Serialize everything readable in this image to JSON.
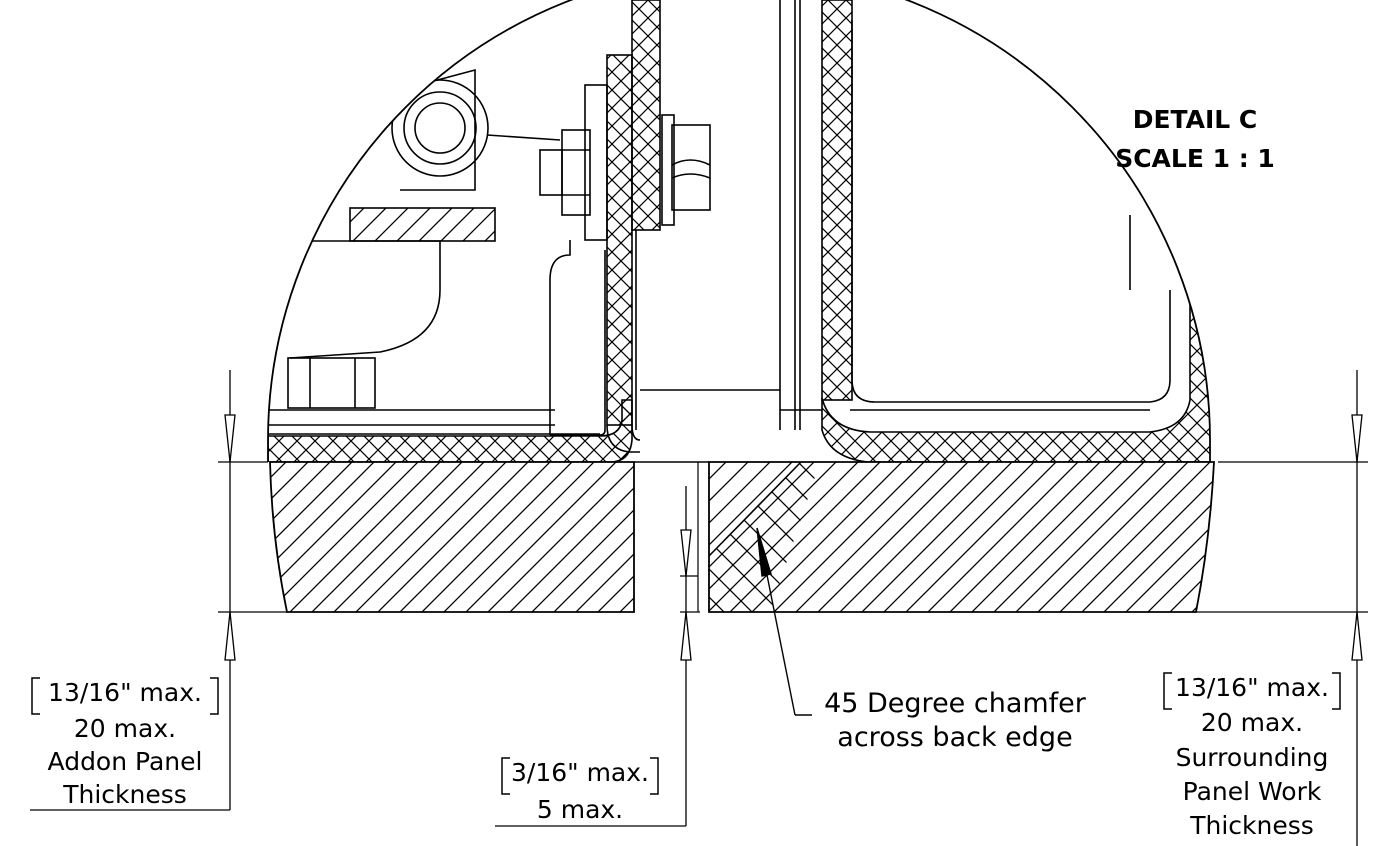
{
  "detail": {
    "title": "DETAIL C",
    "scale": "SCALE 1 : 1"
  },
  "dims": {
    "addon": {
      "imperial": "13/16\" max.",
      "metric": "20 max.",
      "caption_1": "Addon Panel",
      "caption_2": "Thickness"
    },
    "gap": {
      "imperial": "3/16\" max.",
      "metric": "5 max."
    },
    "surround": {
      "imperial": "13/16\" max.",
      "metric": "20 max.",
      "caption_1": "Surrounding",
      "caption_2": "Panel Work",
      "caption_3": "Thickness"
    }
  },
  "note": {
    "line_1": "45 Degree chamfer",
    "line_2": "across back edge"
  }
}
